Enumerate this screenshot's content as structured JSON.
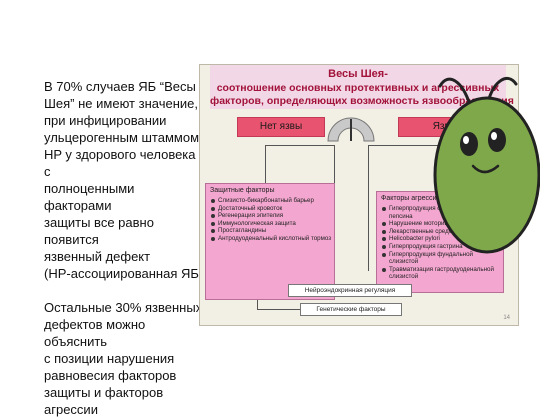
{
  "left_text": {
    "paragraph1": [
      "В 70% случаев ЯБ “Весы",
      "Шея” не имеют значение,",
      "при инфицировании",
      "ульцерогенным штаммом",
      "HP у здорового человека с",
      "полноценными факторами",
      "защиты все равно появится",
      "язвенный дефект",
      "(HP-ассоциированная ЯБ)"
    ],
    "paragraph2": [
      "Остальные 30% язвенных",
      "дефектов можно объяснить",
      "с позиции нарушения",
      "равновесия факторов",
      "защиты и факторов",
      "агрессии"
    ]
  },
  "slide": {
    "title_lines": [
      "Весы Шея-",
      "соотношение основных протективных и агрессивных",
      "факторов, определяющих возможность язвообразования"
    ],
    "no_ulcer": "Нет язвы",
    "ulcer": "Язва",
    "protective": {
      "heading": "Защитные факторы",
      "items": [
        "Слизисто-бикарбонатный барьер",
        "Достаточный кровоток",
        "Регенерация эпителия",
        "Иммунологическая защита",
        "Простагландины",
        "Антродуоденальный кислотный тормоз"
      ]
    },
    "aggressive": {
      "heading": "Факторы агрессии",
      "items": [
        "Гиперпродукция соляной кислоты и пепсина",
        "Нарушение моторики",
        "Лекарственные средства",
        "Helicobacter pylori",
        "Гиперпродукция гастрина",
        "Гиперпродукция фундальной слизистой",
        "Травматизация гастродуоденальной слизистой"
      ]
    },
    "neuro": "Нейроэндокринная регуляция",
    "genetic": "Генетические факторы",
    "page_number": "14"
  },
  "colors": {
    "title_text": "#a2123a",
    "pill": "#e8536f",
    "panel": "#f3a6cf",
    "bug_body": "#7fa84a"
  }
}
